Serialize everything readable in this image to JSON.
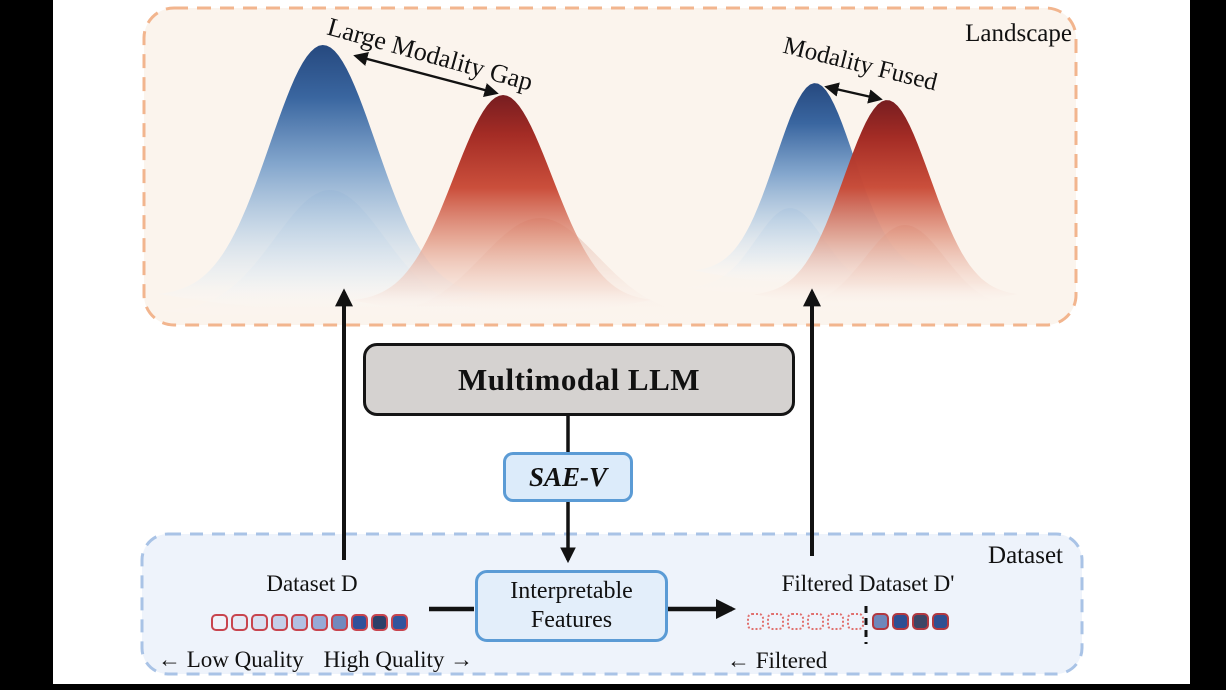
{
  "figure": {
    "landscape": {
      "label": "Landscape",
      "gap_annotation": "Large Modality Gap",
      "fused_annotation": "Modality Fused"
    },
    "pipeline": {
      "mllm": "Multimodal LLM",
      "sae": "SAE-V",
      "features_lines": [
        "Interpretable",
        "Features"
      ]
    },
    "dataset": {
      "label": "Dataset",
      "dataset_d": {
        "title": "Dataset D",
        "square_fills": [
          "#eff2f9",
          "#e4e9f5",
          "#d8dff1",
          "#c4cfe9",
          "#b2c0e3",
          "#97aad6",
          "#7289bd",
          "#30509a",
          "#2d3f69",
          "#33549d"
        ],
        "border_color": "#c8444e",
        "low_label": "← Low Quality",
        "high_label": "High Quality →"
      },
      "filtered": {
        "title": "Filtered Dataset D'",
        "removed_count": 6,
        "removed_border_color": "#e0706e",
        "kept_fills": [
          "#6f88bb",
          "#2d4f93",
          "#3d4666",
          "#2f5092"
        ],
        "kept_border_color": "#b23840",
        "label": "← Filtered"
      }
    },
    "colors": {
      "landscape_bg": "#fbf4ed",
      "landscape_border": "#f2b58e",
      "dataset_bg": "#eef3fb",
      "dataset_border": "#a9c3e6",
      "blue_peak": "#26497f",
      "red_peak": "#9c2a24",
      "arrow": "#121212"
    }
  }
}
